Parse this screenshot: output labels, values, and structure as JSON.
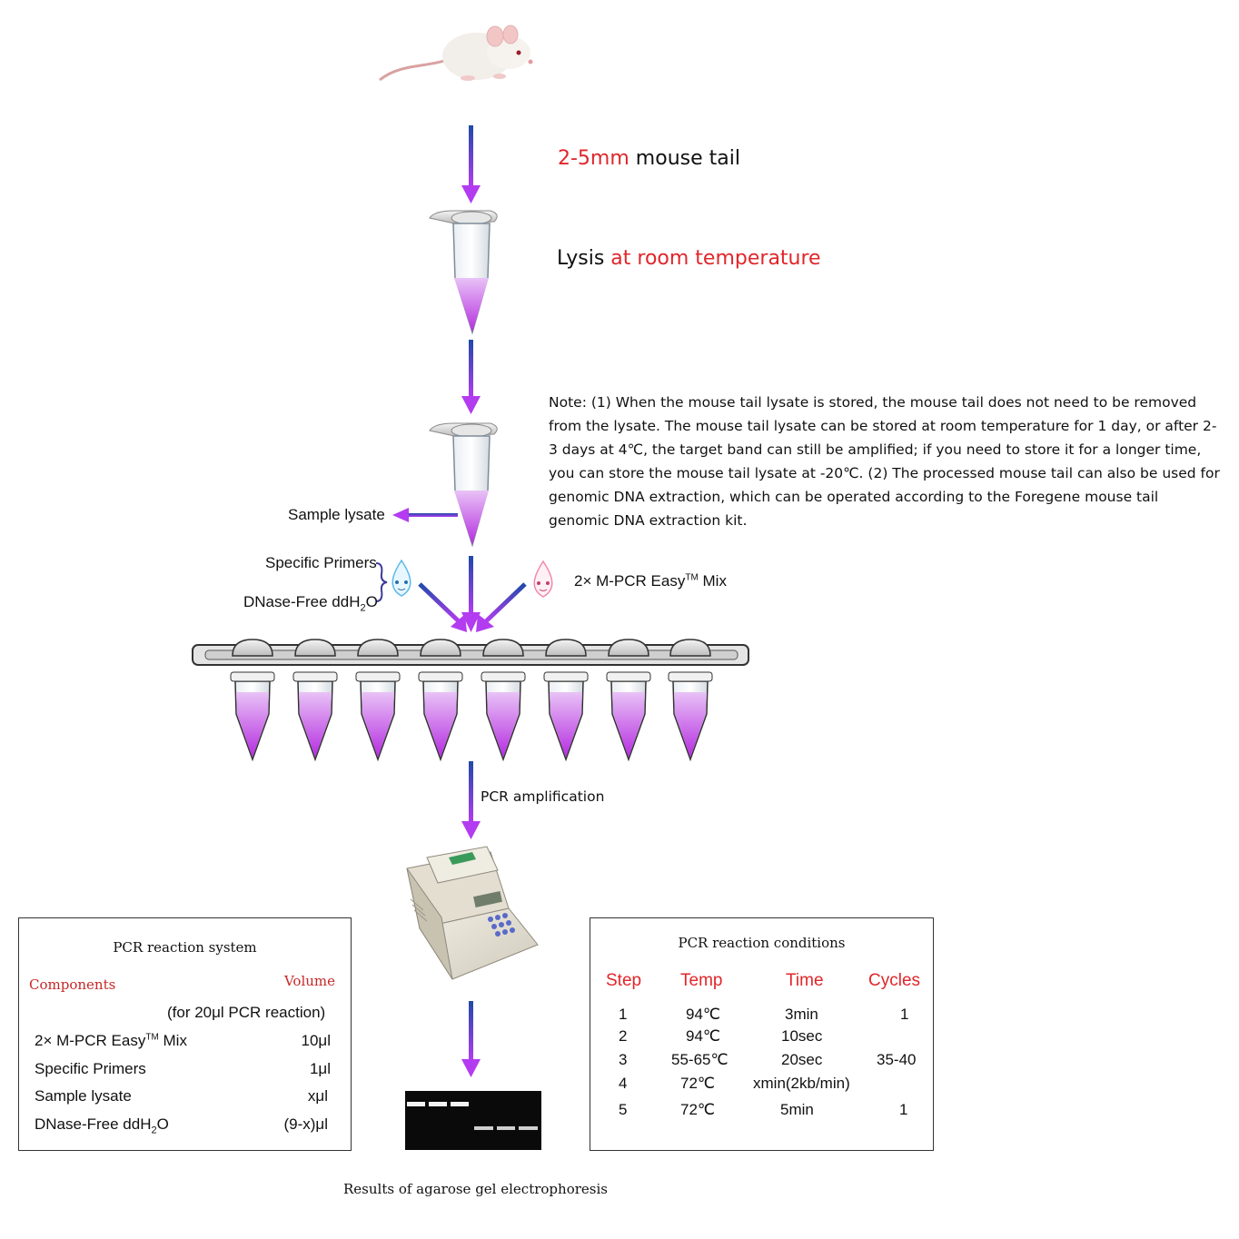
{
  "steps": {
    "tail_size": "2-5mm",
    "tail_text": "mouse tail",
    "lysis_word": "Lysis",
    "lysis_condition": "at room temperature",
    "pcr_amplification": "PCR amplification",
    "gel_caption": "Results of agarose gel electrophoresis"
  },
  "note": "Note: (1) When the mouse tail lysate is stored, the mouse tail does not need to be removed from the lysate. The mouse tail lysate can be stored at room temperature for 1 day, or after 2-3 days at 4℃, the target band can still be amplified; if you need to store it for a longer time, you can store the mouse tail lysate at -20℃. (2) The processed mouse tail can also be used for genomic DNA extraction, which can be operated according to the Foregene mouse tail genomic DNA extraction kit.",
  "labels": {
    "sample_lysate": "Sample lysate",
    "specific_primers": "Specific Primers",
    "ddh2o_prefix": "DNase-Free ddH",
    "ddh2o_sub": "2",
    "ddh2o_suffix": "O",
    "mix_prefix": "2× M-PCR Easy",
    "mix_sup": "TM",
    "mix_suffix": " Mix"
  },
  "reaction_system": {
    "title": "PCR reaction system",
    "col_components": "Components",
    "col_volume": "Volume",
    "subheader": "(for 20μl PCR reaction)",
    "rows": [
      {
        "name": "2× M-PCR Easy",
        "sup": "TM",
        "suffix": " Mix",
        "volume": "10μl"
      },
      {
        "name": "Specific Primers",
        "sup": "",
        "suffix": "",
        "volume": "1μl"
      },
      {
        "name": "Sample lysate",
        "sup": "",
        "suffix": "",
        "volume": "xμl"
      },
      {
        "name": "DNase-Free ddH",
        "sub": "2",
        "suffix": "O",
        "volume": "(9-x)μl"
      }
    ]
  },
  "reaction_conditions": {
    "title": "PCR reaction conditions",
    "headers": [
      "Step",
      "Temp",
      "Time",
      "Cycles"
    ],
    "rows": [
      {
        "step": "1",
        "temp": "94℃",
        "time": "3min",
        "cycles": "1"
      },
      {
        "step": "2",
        "temp": "94℃",
        "time": "10sec",
        "cycles": ""
      },
      {
        "step": "3",
        "temp": "55-65℃",
        "time": "20sec",
        "cycles": "35-40"
      },
      {
        "step": "4",
        "temp": "72℃",
        "time": "xmin(2kb/min)",
        "cycles": ""
      },
      {
        "step": "5",
        "temp": "72℃",
        "time": "5min",
        "cycles": "1"
      }
    ]
  },
  "colors": {
    "arrow_top": "#1f4aa8",
    "arrow_bottom": "#b33cf0",
    "liquid": "#c23ee6",
    "accent_red": "#e0262a"
  }
}
